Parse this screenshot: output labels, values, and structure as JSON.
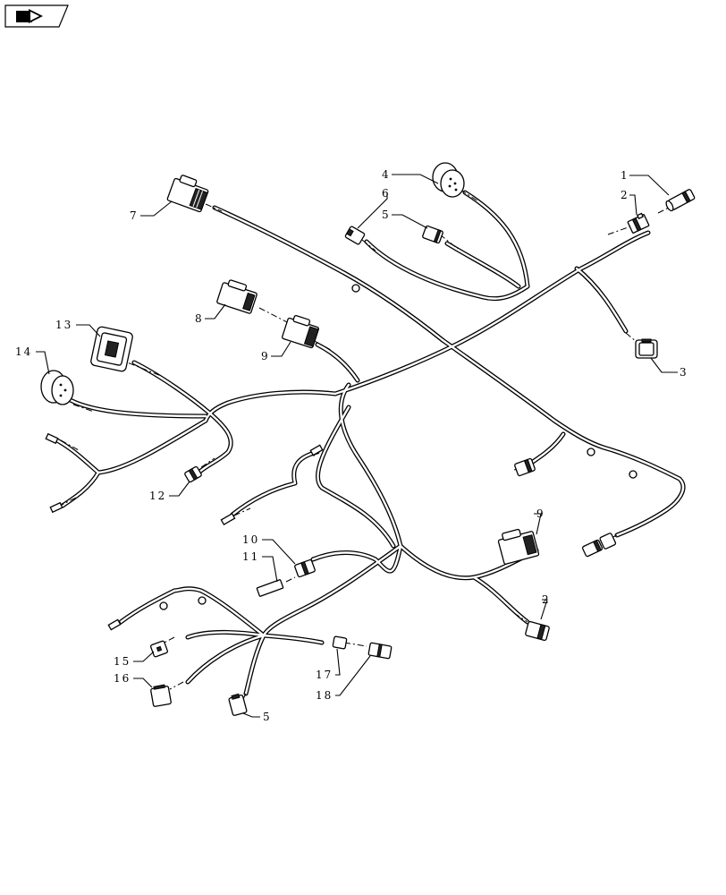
{
  "callouts": [
    {
      "id": "c1",
      "text": "1"
    },
    {
      "id": "c2a",
      "text": "2"
    },
    {
      "id": "c3",
      "text": "3"
    },
    {
      "id": "c4",
      "text": "4"
    },
    {
      "id": "c5a",
      "text": "5"
    },
    {
      "id": "c6",
      "text": "6"
    },
    {
      "id": "c7",
      "text": "7"
    },
    {
      "id": "c8",
      "text": "8"
    },
    {
      "id": "c9a",
      "text": "9"
    },
    {
      "id": "c13",
      "text": "13"
    },
    {
      "id": "c14",
      "text": "14"
    },
    {
      "id": "c12",
      "text": "12"
    },
    {
      "id": "c9b",
      "text": "9"
    },
    {
      "id": "c10",
      "text": "10"
    },
    {
      "id": "c11",
      "text": "11"
    },
    {
      "id": "c2b",
      "text": "2"
    },
    {
      "id": "c15",
      "text": "15"
    },
    {
      "id": "c16",
      "text": "16"
    },
    {
      "id": "c17",
      "text": "17"
    },
    {
      "id": "c18",
      "text": "18"
    },
    {
      "id": "c5b",
      "text": "5"
    }
  ],
  "nav_icon": "folder-arrow-icon"
}
